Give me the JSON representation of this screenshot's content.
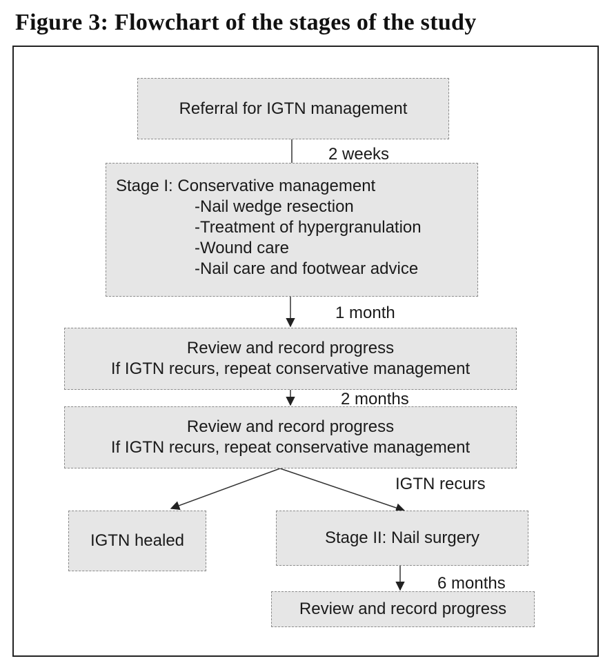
{
  "title": "Figure 3: Flowchart of the stages of the study",
  "boxes": {
    "referral": "Referral for IGTN management",
    "stage1": {
      "heading": "Stage I: Conservative management",
      "items": [
        "-Nail wedge resection",
        "-Treatment of hypergranulation",
        "-Wound care",
        "-Nail care and footwear advice"
      ]
    },
    "review1": {
      "line1": "Review and record progress",
      "line2": "If IGTN recurs, repeat conservative management"
    },
    "review2": {
      "line1": "Review and record progress",
      "line2": "If IGTN recurs, repeat conservative management"
    },
    "healed": "IGTN healed",
    "stage2": "Stage II: Nail surgery",
    "review3": "Review and record progress"
  },
  "labels": {
    "after_referral": "2 weeks",
    "after_stage1": "1 month",
    "after_review1": "2 months",
    "recurs": "IGTN recurs",
    "after_stage2": "6 months"
  }
}
